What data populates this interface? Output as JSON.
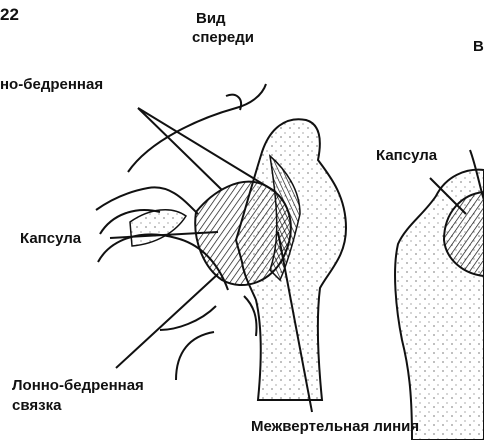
{
  "figure": {
    "number": "22",
    "views": {
      "front_line1": "Вид",
      "front_line2": "спереди",
      "back_partial": "В"
    },
    "labels": {
      "iliofemoral_ligament_partial": "но-бедренная",
      "capsule_left": "Капсула",
      "capsule_right": "Капсула",
      "pubofemoral_line1": "Лонно-бедренная",
      "pubofemoral_line2": "связка",
      "intertrochanteric_line": "Межвертельная  линия"
    }
  }
}
